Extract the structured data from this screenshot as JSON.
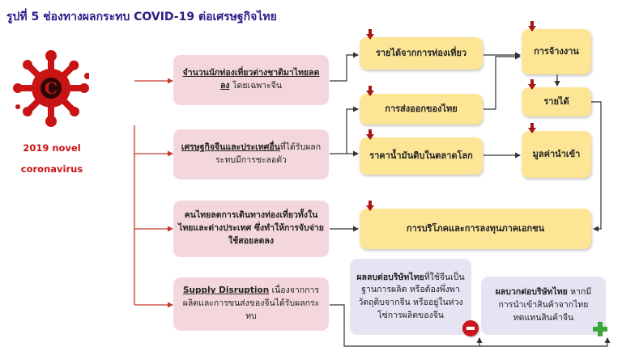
{
  "title": "รูปที่ 5 ช่องทางผลกระทบ COVID-19 ต่อเศรษฐกิจไทย",
  "virus": {
    "letter": "C",
    "label_line1": "2019 novel",
    "label_line2": "coronavirus"
  },
  "causes": {
    "tourists": {
      "emph": "จำนวนนักท่องเที่ยวต่างชาติมาไทยลดลง",
      "rest": " โดยเฉพาะจีน"
    },
    "china_econ": {
      "emph": "เศรษฐกิจจีนและประเทศอื่น",
      "rest": "ที่ได้รับผลกระทบมีการชะลอตัว"
    },
    "thai_travel": {
      "text": "คนไทยลดการเดินทางท่องเที่ยวทั้งในไทยและต่างประเทศ ซึ่งทำให้การจับจ่ายใช้สอยลดลง"
    },
    "supply": {
      "emph": "Supply Disruption",
      "rest": " เนื่องจากการผลิตและการขนส่งของจีนได้รับผลกระทบ"
    }
  },
  "effects": {
    "tourism_income": "รายได้จากการท่องเที่ยว",
    "exports": "การส่งออกของไทย",
    "oil_price": "ราคาน้ำมันดิบในตลาดโลก",
    "employment": "การจ้างงาน",
    "income": "รายได้",
    "import_value": "มูลค่านำเข้า",
    "consumption": "การบริโภคและการลงทุนภาคเอกชน"
  },
  "impacts": {
    "negative": {
      "emph": "ผลลบต่อบริษัทไทย",
      "rest": "ที่ใช้จีนเป็นฐานการผลิต หรือต้องพึ่งพาวัตถุดิบจากจีน หรืออยู่ในห่วงโซ่การผลิตของจีน"
    },
    "positive": {
      "emph": "ผลบวกต่อบริษัทไทย",
      "rest": " หากมีการนำเข้าสินค้าจากไทยทดแทนสินค้าจีน"
    }
  },
  "colors": {
    "title": "#2f1b87",
    "virus_red": "#c81414",
    "pink_box": "#f4d7dc",
    "yellow_box": "#fde596",
    "lavender_box": "#e6e3f3",
    "flag": "#a41712",
    "arrow_red": "#c0392b",
    "arrow_dark": "#333333",
    "minus_icon": "#c9161c",
    "plus_icon": "#3aa639"
  }
}
